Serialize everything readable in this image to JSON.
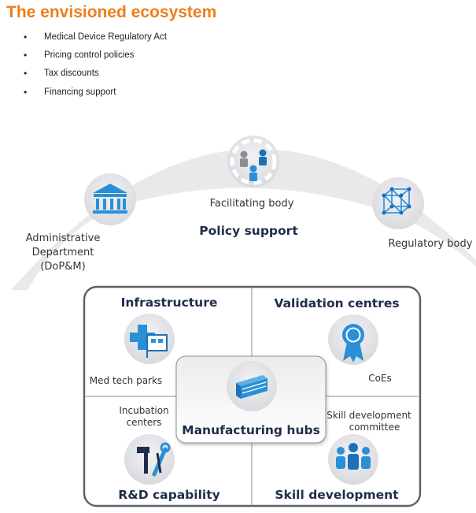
{
  "title": "The envisioned ecosystem",
  "bullets": [
    "Medical Device Regulatory Act",
    "Pricing control policies",
    "Tax discounts",
    "Financing support"
  ],
  "policy_arc": {
    "center_label": "Policy support",
    "admin": {
      "line1": "Administrative",
      "line2": "Department",
      "line3": "(DoP&M)",
      "icon": "government-building-icon"
    },
    "facilitating": {
      "label": "Facilitating body",
      "icon": "people-group-icon"
    },
    "regulatory": {
      "label": "Regulatory body",
      "icon": "network-cube-icon"
    }
  },
  "quadrants": {
    "infrastructure": {
      "title": "Infrastructure",
      "label": "Med tech parks",
      "icon": "hospital-building-icon"
    },
    "validation": {
      "title": "Validation centres",
      "label": "CoEs",
      "icon": "award-rosette-icon"
    },
    "rnd": {
      "title": "R&D capability",
      "label_line1": "Incubation",
      "label_line2": "centers",
      "icon": "tools-icon"
    },
    "skill": {
      "title": "Skill development",
      "label_line1": "Skill development",
      "label_line2": "committee",
      "icon": "team-icon"
    }
  },
  "hub": {
    "title": "Manufacturing hubs",
    "icon": "factory-icon"
  },
  "colors": {
    "accent_orange": "#f07d1a",
    "icon_blue": "#2a8fd6",
    "dark_navy": "#1f2d4a",
    "arc_grey": "#e9e9eb"
  }
}
